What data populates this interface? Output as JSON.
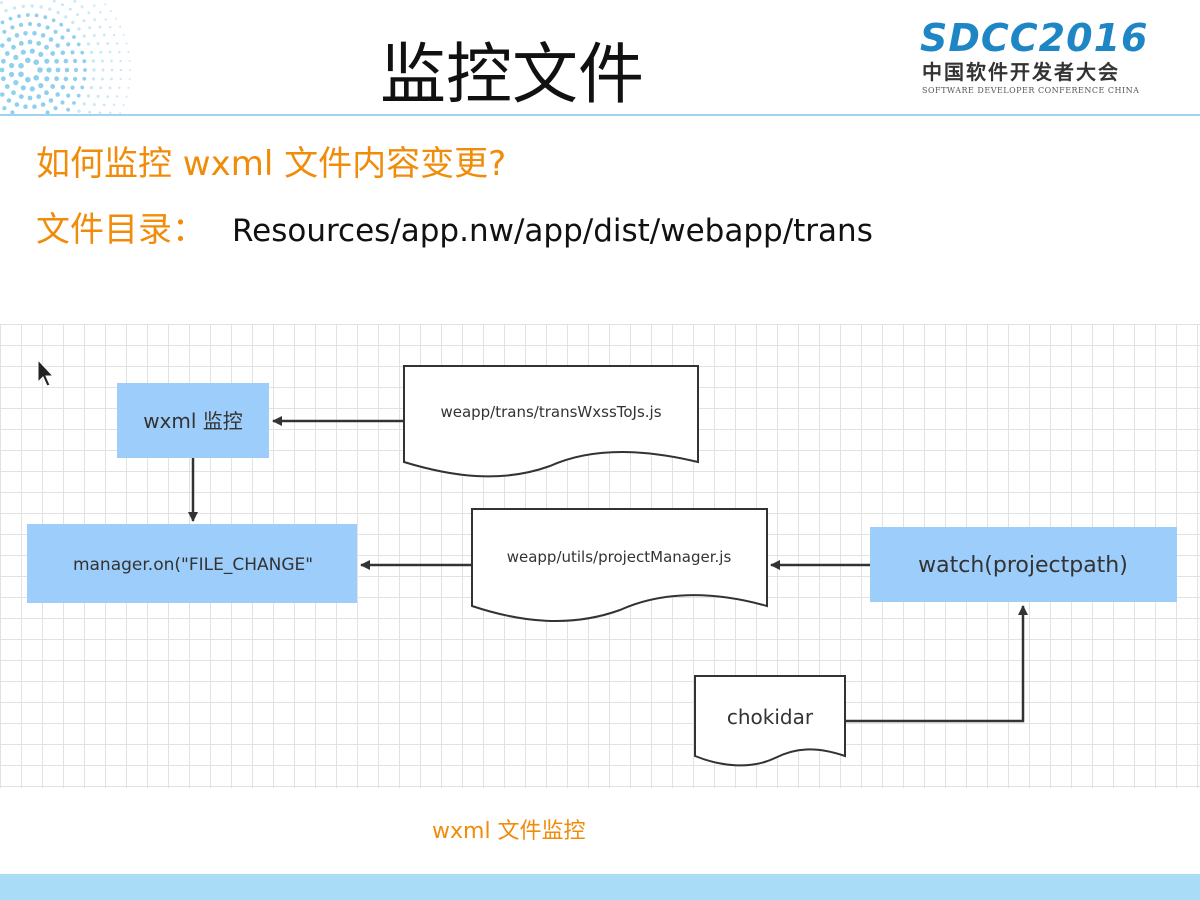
{
  "header": {
    "title": "监控文件",
    "logo_main": "SDCC2016",
    "logo_cn": "中国软件开发者大会",
    "logo_en": "SOFTWARE DEVELOPER CONFERENCE CHINA"
  },
  "content": {
    "question": "如何监控 wxml 文件内容变更?",
    "dir_label": "文件目录：",
    "dir_path": "Resources/app.nw/app/dist/webapp/trans"
  },
  "diagram": {
    "nodes": {
      "wxml_monitor": "wxml 监控",
      "manager_on": "manager.on(\"FILE_CHANGE\"",
      "watch": "watch(projectpath)",
      "trans_file": "weapp/trans/transWxssToJs.js",
      "project_manager": "weapp/utils/projectManager.js",
      "chokidar": "chokidar"
    },
    "caption": "wxml 文件监控",
    "colors": {
      "box_fill": "#9dcdfa",
      "arrow": "#333333",
      "accent": "#f08c0a"
    }
  }
}
